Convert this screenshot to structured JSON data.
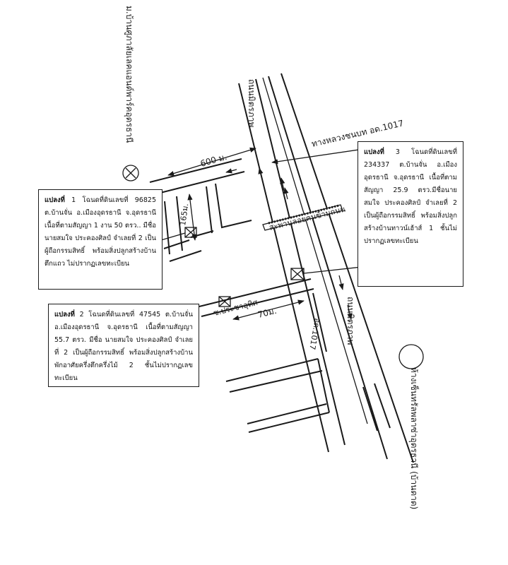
{
  "labels": {
    "school": "ม.บ้านศูภาลัยเลคแอนด์พาร์คอุดรธานี",
    "road_top": "ถนนมิตรภาพ",
    "road_bottom": "ถนนมิตรภาพ",
    "highway": "ทางหลวงชนบท อด.1017",
    "side_road": "สะพานลอยคนข้ามถนน",
    "soi": "ซ.ประชาอุทิศ",
    "mall": "ห้างเซ็นทรัลพลาซ่าอุดรธานี (บ้านดาด)",
    "dist_600": "600 ม.",
    "dist_165": "165ม.",
    "dist_70": "70ม.",
    "road_1017": "อด.1017"
  },
  "plots": {
    "p1": {
      "title": "แปลงที่",
      "text": "1 โฉนดที่ดินเลขที่ 96825 ต.บ้านจั่น อ.เมืองอุดรธานี จ.อุดรธานี เนื้อที่ตามสัญญา 1 งาน 50 ตรว.. มีชื่อ นายสมใจ ประคองศิลป์ จำเลยที่ 2 เป็นผู้ถือกรรมสิทธิ์ พร้อมสิ่งปลูกสร้างบ้านตึกแถว ไม่ปรากฏเลขทะเบียน"
    },
    "p2": {
      "title": "แปลงที่",
      "text": "2 โฉนดที่ดินเลขที่ 47545 ต.บ้านจั่น อ.เมืองอุดรธานี จ.อุดรธานี เนื้อที่ตามสัญญา 55.7 ตรว. มีชื่อ นายสมใจ ประคองศิลป์ จำเลยที่ 2 เป็นผู้ถือกรรมสิทธิ์ พร้อมสิ่งปลูกสร้างบ้านพักอาศัยครึ่งตึกครึ่งไม้ 2 ชั้นไม่ปรากฏเลขทะเบียน"
    },
    "p3": {
      "title": "แปลงที่",
      "text": "3 โฉนดที่ดินเลขที่ 234337 ต.บ้านจั่น อ.เมืองอุดรธานี จ.อุดรธานี เนื้อที่ตามสัญญา 25.9 ตรว.มีชื่อนายสมใจ ประคองศิลป์ จำเลยที่ 2 เป็นผู้ถือกรรมสิทธิ์ พร้อมสิ่งปลูกสร้างบ้านทาวน์เฮ้าส์ 1 ชั้นไม่ปรากฏเลขทะเบียน"
    }
  }
}
